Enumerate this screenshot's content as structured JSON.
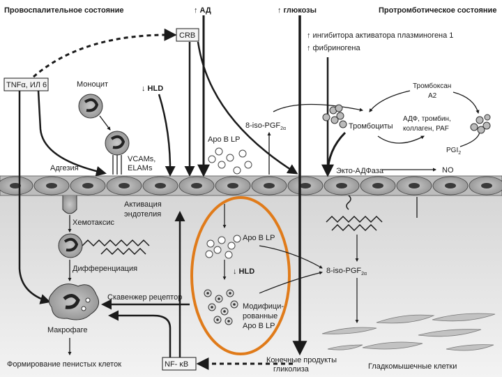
{
  "header": {
    "left_title": "Провоспалительное состояние",
    "right_title": "Протромботическое состояние",
    "ad": "↑ АД",
    "glucose": "↑ глюкозы"
  },
  "boxes": {
    "crb": "CRB",
    "tnf": "TNFα, ИЛ 6",
    "nfkb": "NF- κB"
  },
  "labels": {
    "pai1": "↑ ингибитора активатора плазминогена 1",
    "fibrinogen": "↑ фибриногена",
    "thromboxane": "Тромбоксан",
    "a2": "A2",
    "adp_line1": "АДФ, тромбин,",
    "adp_line2": "коллаген, PAF",
    "thrombocytes": "Тромбоциты",
    "pgi2": "PGI",
    "pgi2_sub": "2",
    "no": "NO",
    "ecto": "Экто-АДФаза",
    "iso_top": "8-iso-PGF",
    "iso_top_sub": "2α",
    "iso_mid": "8-iso-PGF",
    "iso_mid_sub": "2α",
    "monocyte": "Моноцит",
    "hld_top": "↓ HLD",
    "vcams": "VCAMs,",
    "elams": "ELAMs",
    "adhesion": "Адгезия",
    "apob_top": "Apo B LP",
    "activation1": "Активация",
    "activation2": "эндотелия",
    "chemotaxis": "Хемотаксис",
    "differentiation": "Дифференциация",
    "apob_mid": "Apo B LP",
    "hld_mid": "↓ HLD",
    "mod1": "Модифици-",
    "mod2": "рованные",
    "mod3": "Apo B LP",
    "scavenger": "Скавенжер рецептор",
    "macrophage": "Макрофаге",
    "foam": "Формирование пенистых клеток",
    "end1": "Конечные продукты",
    "end2": "гликолиза",
    "smooth": "Гладкомышечные клетки"
  },
  "colors": {
    "highlight_ellipse": "#e07b1a",
    "vessel_wall": "#bdbdbd",
    "cell_fill": "#9a9a9a",
    "tissue": "#e4e4e4"
  }
}
